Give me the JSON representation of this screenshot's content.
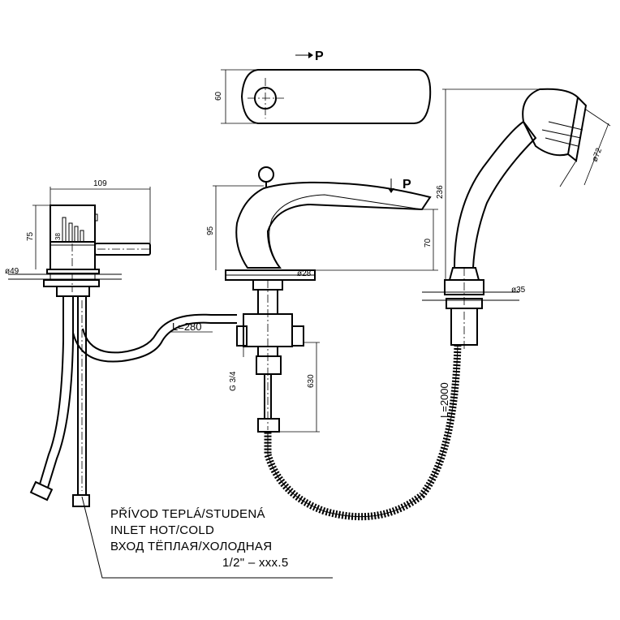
{
  "title": "Bath mixer with hand shower – technical drawing",
  "dimensions": {
    "top_view_height": "60",
    "top_view_arrow": "P",
    "spout_arrow": "P",
    "lever_width": "109",
    "lever_height": "75",
    "lever_inner": "38",
    "lever_hole": "ø49",
    "spout_height": "95",
    "spout_outlet_height": "70",
    "spout_hole": "ø28",
    "hose_length_mixer": "L=280",
    "thread": "G 3/4",
    "inlet_length": "630",
    "shower_height": "236",
    "shower_head_diameter": "ø72",
    "shower_hole": "ø35",
    "shower_hose_length": "L=2000"
  },
  "note": {
    "line1": "PŘÍVOD TEPLÁ/STUDENÁ",
    "line2": "INLET HOT/COLD",
    "line3": "ВХОД ТЁПЛАЯ/ХОЛОДНАЯ",
    "line4": "1/2\"  –  xxx.5"
  }
}
